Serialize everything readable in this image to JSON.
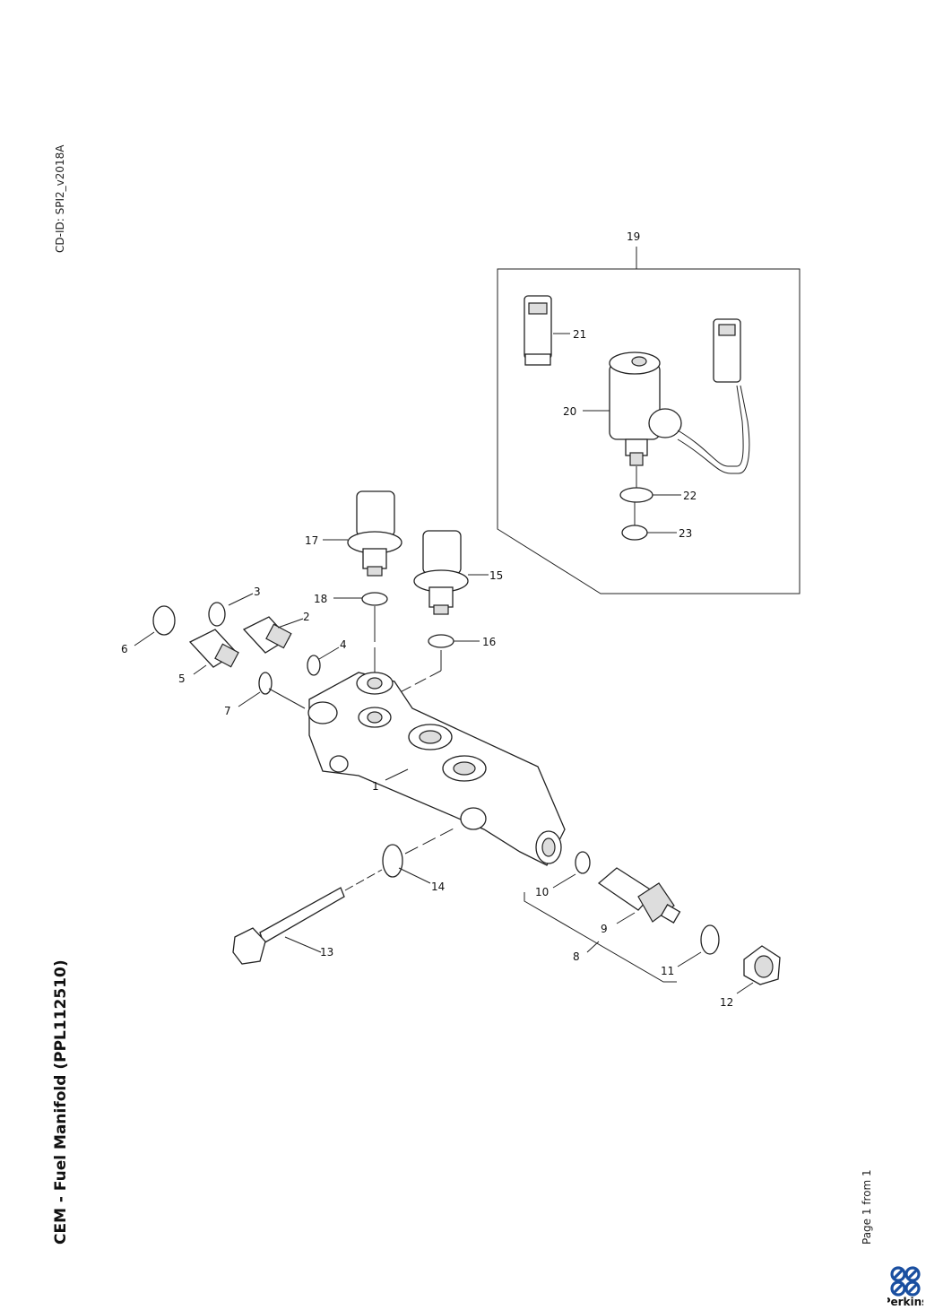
{
  "document": {
    "cd_id": "CD-ID: SPI2_v2018A",
    "title": "CEM - Fuel Manifold (PPL112510)",
    "page_label": "Page 1 from 1",
    "brand": "Perkins"
  },
  "callouts": [
    "1",
    "2",
    "3",
    "4",
    "5",
    "6",
    "7",
    "8",
    "9",
    "10",
    "11",
    "12",
    "13",
    "14",
    "15",
    "16",
    "17",
    "18",
    "19",
    "20",
    "21",
    "22",
    "23"
  ]
}
